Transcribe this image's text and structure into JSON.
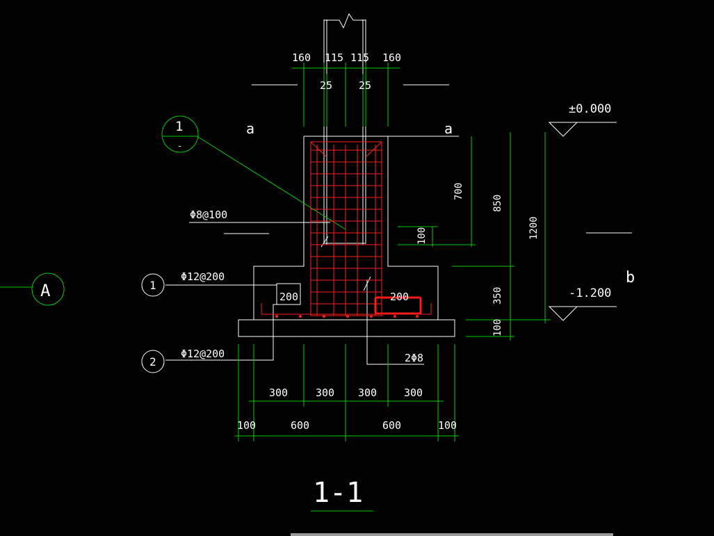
{
  "section": {
    "title": "1-1",
    "detail_mark": "1",
    "detail_sub": "-",
    "axis_label": "A",
    "cut_a_left": "a",
    "cut_a_right": "a",
    "cut_b": "b"
  },
  "dimensions": {
    "top": [
      "160",
      "115",
      "115",
      "160"
    ],
    "top_cover": [
      "25",
      "25"
    ],
    "vertical": [
      "700",
      "850",
      "1200",
      "350",
      "100",
      "100"
    ],
    "bottom_row1": [
      "300",
      "300",
      "300",
      "300"
    ],
    "bottom_row2": [
      "100",
      "600",
      "600",
      "100"
    ],
    "inner": [
      "200",
      "200"
    ]
  },
  "elevations": {
    "top": "±0.000",
    "bottom": "-1.200"
  },
  "rebar": {
    "stirrup": "Φ8@100",
    "bar1": "Φ12@200",
    "bar2": "Φ12@200",
    "bar3": "2Φ8",
    "marker1": "1",
    "marker2": "2"
  },
  "colors": {
    "background": "#000000",
    "outline": "#ffffff",
    "dimension": "#00cc00",
    "rebar": "#ff2020",
    "highlight": "#ff1a1a"
  }
}
